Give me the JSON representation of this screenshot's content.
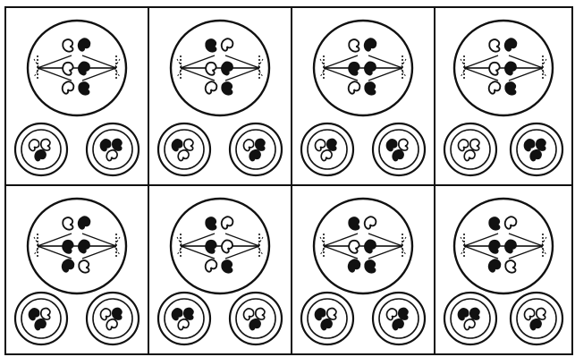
{
  "figure": {
    "colors": {
      "ink": "#111111",
      "paper": "#ffffff"
    },
    "panels": [
      {
        "row": 1,
        "col": 1,
        "spindle_top": [
          "open",
          "filled"
        ],
        "spindle_middle": [
          "open",
          "filled"
        ],
        "spindle_bottom": [
          "open",
          "filled"
        ],
        "daughter_left": [
          "open",
          "open",
          "filled"
        ],
        "daughter_right": [
          "filled",
          "filled",
          "open"
        ]
      },
      {
        "row": 1,
        "col": 2,
        "spindle_top": [
          "filled",
          "open"
        ],
        "spindle_middle": [
          "open",
          "filled"
        ],
        "spindle_bottom": [
          "open",
          "filled"
        ],
        "daughter_left": [
          "filled",
          "open",
          "open"
        ],
        "daughter_right": [
          "open",
          "filled",
          "filled"
        ]
      },
      {
        "row": 1,
        "col": 3,
        "spindle_top": [
          "open",
          "filled"
        ],
        "spindle_middle": [
          "filled",
          "filled"
        ],
        "spindle_bottom": [
          "open",
          "filled"
        ],
        "daughter_left": [
          "open",
          "filled",
          "open"
        ],
        "daughter_right": [
          "filled",
          "open",
          "filled"
        ]
      },
      {
        "row": 1,
        "col": 4,
        "spindle_top": [
          "open",
          "filled"
        ],
        "spindle_middle": [
          "open",
          "filled"
        ],
        "spindle_bottom": [
          "open",
          "filled"
        ],
        "daughter_left": [
          "open",
          "open",
          "open"
        ],
        "daughter_right": [
          "filled",
          "filled",
          "filled"
        ]
      },
      {
        "row": 2,
        "col": 1,
        "spindle_top": [
          "open",
          "filled"
        ],
        "spindle_middle": [
          "filled",
          "filled"
        ],
        "spindle_bottom": [
          "filled",
          "open"
        ],
        "daughter_left": [
          "filled",
          "open",
          "filled"
        ],
        "daughter_right": [
          "open",
          "filled",
          "open"
        ]
      },
      {
        "row": 2,
        "col": 2,
        "spindle_top": [
          "filled",
          "open"
        ],
        "spindle_middle": [
          "filled",
          "open"
        ],
        "spindle_bottom": [
          "open",
          "filled"
        ],
        "daughter_left": [
          "filled",
          "filled",
          "open"
        ],
        "daughter_right": [
          "open",
          "open",
          "filled"
        ]
      },
      {
        "row": 2,
        "col": 3,
        "spindle_top": [
          "filled",
          "open"
        ],
        "spindle_middle": [
          "open",
          "filled"
        ],
        "spindle_bottom": [
          "filled",
          "filled"
        ],
        "daughter_left": [
          "filled",
          "open",
          "filled"
        ],
        "daughter_right": [
          "open",
          "filled",
          "filled"
        ]
      },
      {
        "row": 2,
        "col": 4,
        "spindle_top": [
          "filled",
          "open"
        ],
        "spindle_middle": [
          "filled",
          "filled"
        ],
        "spindle_bottom": [
          "filled",
          "open"
        ],
        "daughter_left": [
          "filled",
          "filled",
          "open"
        ],
        "daughter_right": [
          "open",
          "open",
          "filled"
        ]
      }
    ]
  }
}
